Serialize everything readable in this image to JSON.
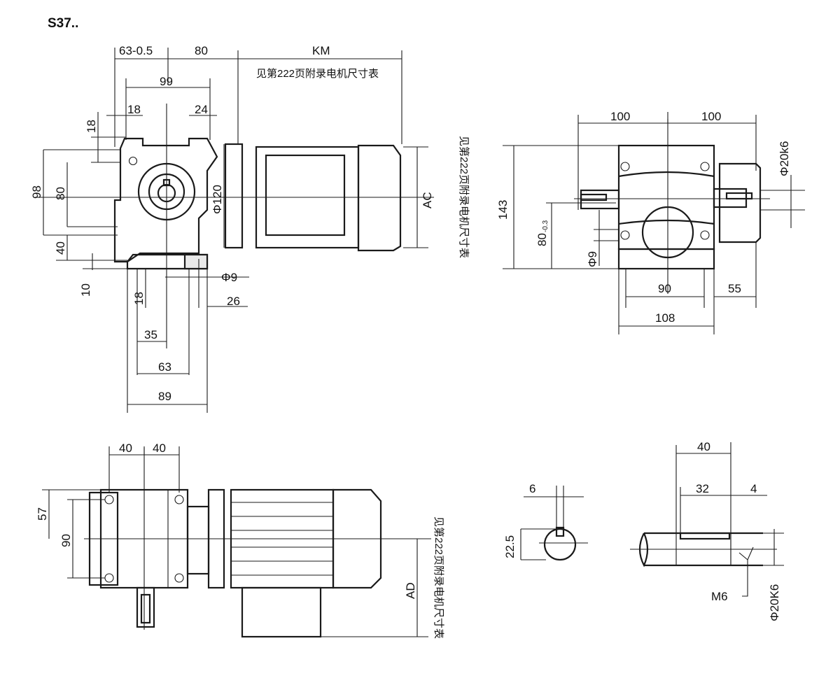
{
  "title": "S37..",
  "note": "见第222页附录电机尺寸表",
  "front_view": {
    "dims": {
      "d63_05": "63-0.5",
      "d80": "80",
      "km": "KM",
      "d99": "99",
      "d18_top": "18",
      "d24": "24",
      "d18_left": "18",
      "d98": "98",
      "d80_left": "80",
      "d40": "40",
      "d10": "10",
      "d18_bottom": "18",
      "d35": "35",
      "d63": "63",
      "d89": "89",
      "phi120": "Φ120",
      "phi9": "Φ9",
      "d26": "26",
      "ac": "AC"
    }
  },
  "side_view": {
    "dims": {
      "d100_left": "100",
      "d100_right": "100",
      "phi20k6": "Φ20k6",
      "d143": "143",
      "d80": "80",
      "d80_tol": "-0.3",
      "phi9": "Φ9",
      "d90": "90",
      "d55": "55",
      "d108": "108"
    }
  },
  "top_view": {
    "dims": {
      "d40_left": "40",
      "d40_right": "40",
      "d57": "57",
      "d90": "90",
      "ad": "AD"
    }
  },
  "key_detail": {
    "dims": {
      "d6": "6",
      "d22_5": "22.5"
    }
  },
  "shaft_detail": {
    "dims": {
      "d40": "40",
      "d32": "32",
      "d4": "4",
      "m6": "M6",
      "phi20k6": "Φ20K6"
    }
  }
}
